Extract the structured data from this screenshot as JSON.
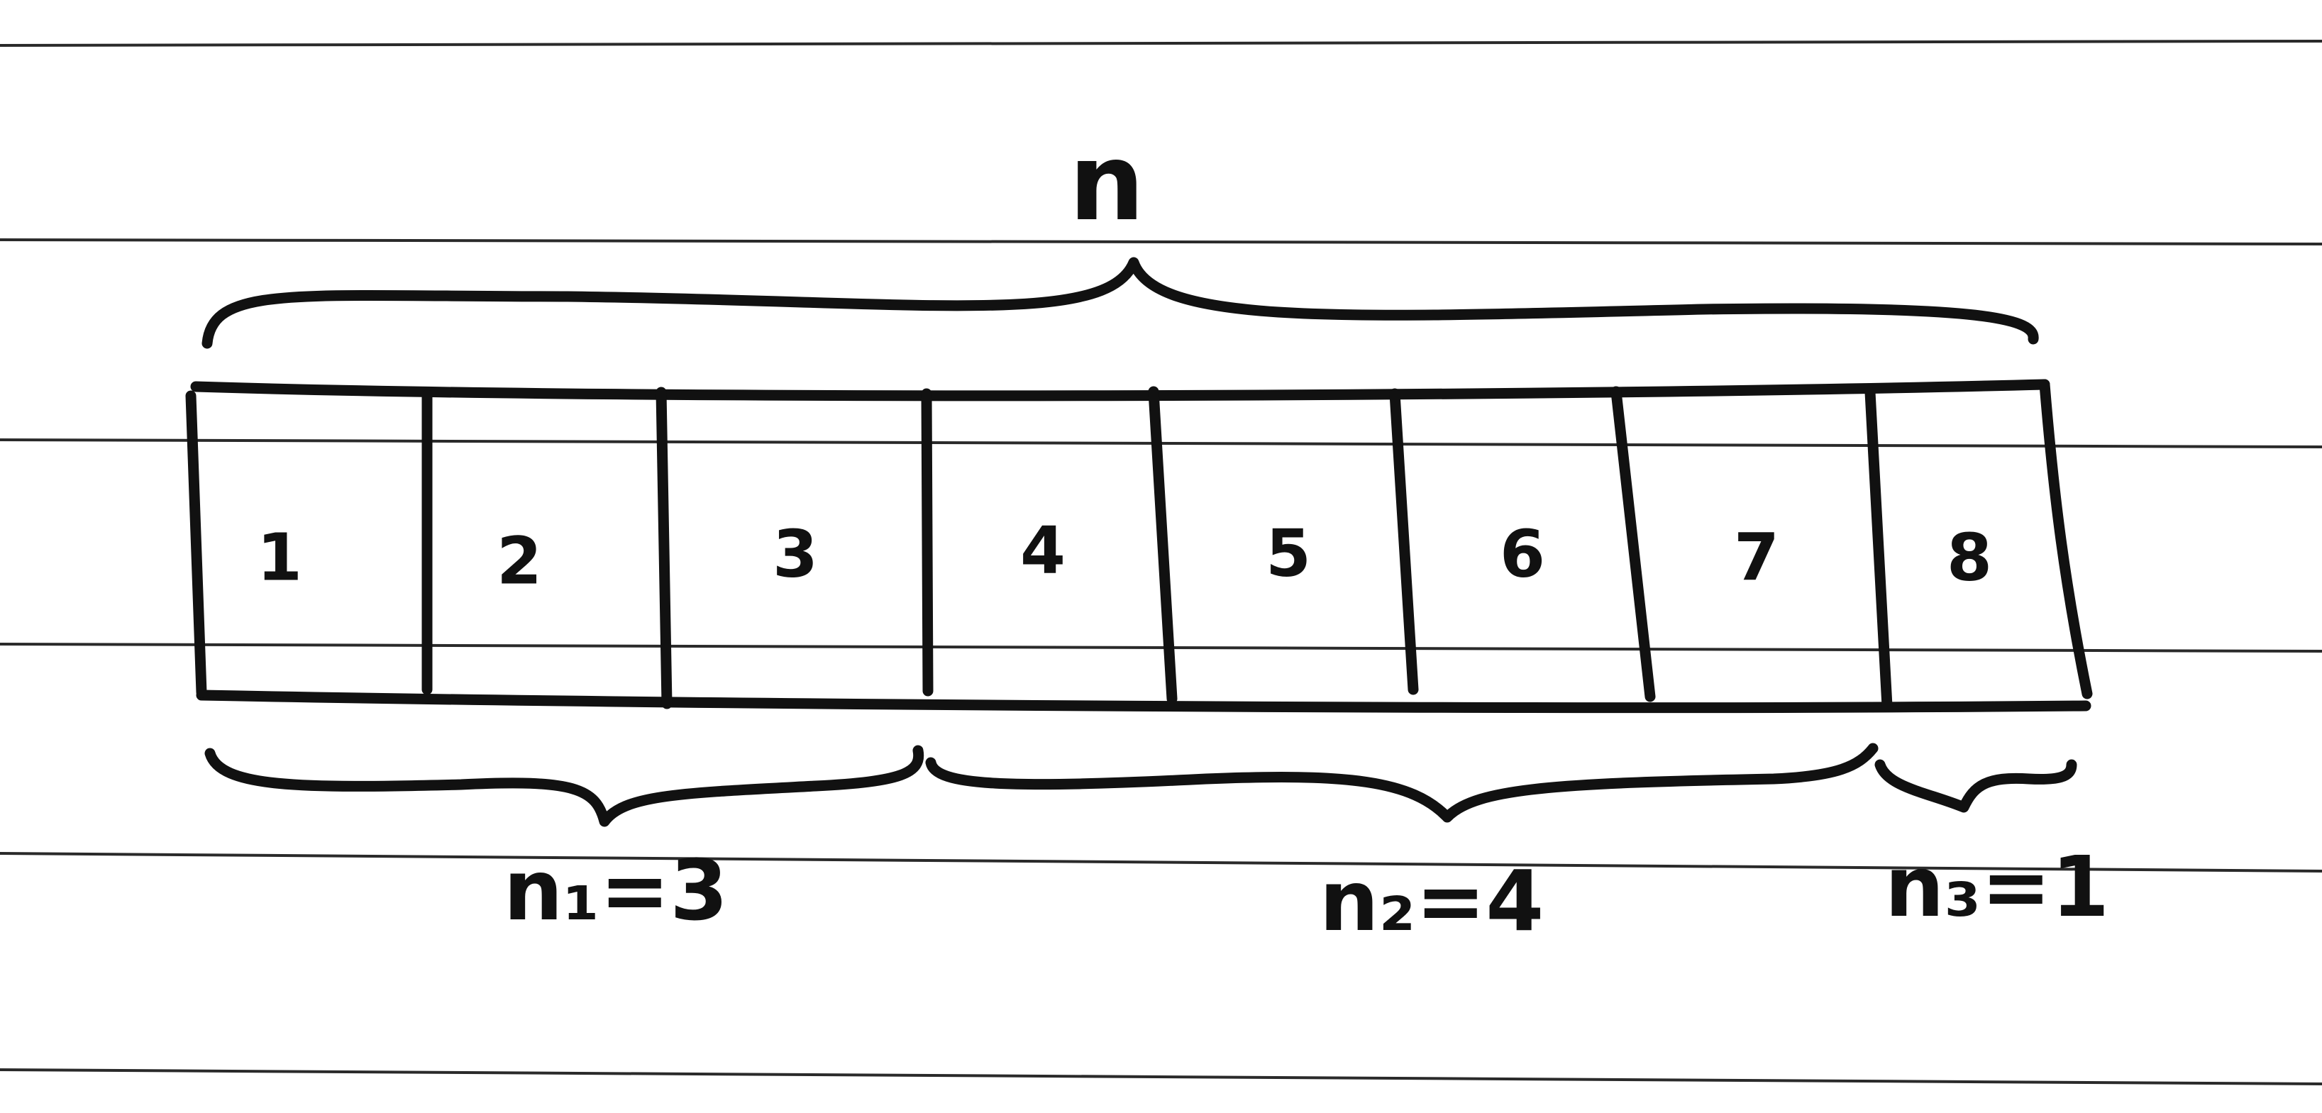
{
  "labels": {
    "total": "n",
    "partitions": [
      "n₁=3",
      "n₂=4",
      "n₃=1"
    ]
  },
  "cells": [
    "1",
    "2",
    "3",
    "4",
    "5",
    "6",
    "7",
    "8"
  ],
  "colors": {
    "paper": "#ffffff",
    "ink": "#111111",
    "ruled_lines": "#2a2a2a"
  }
}
